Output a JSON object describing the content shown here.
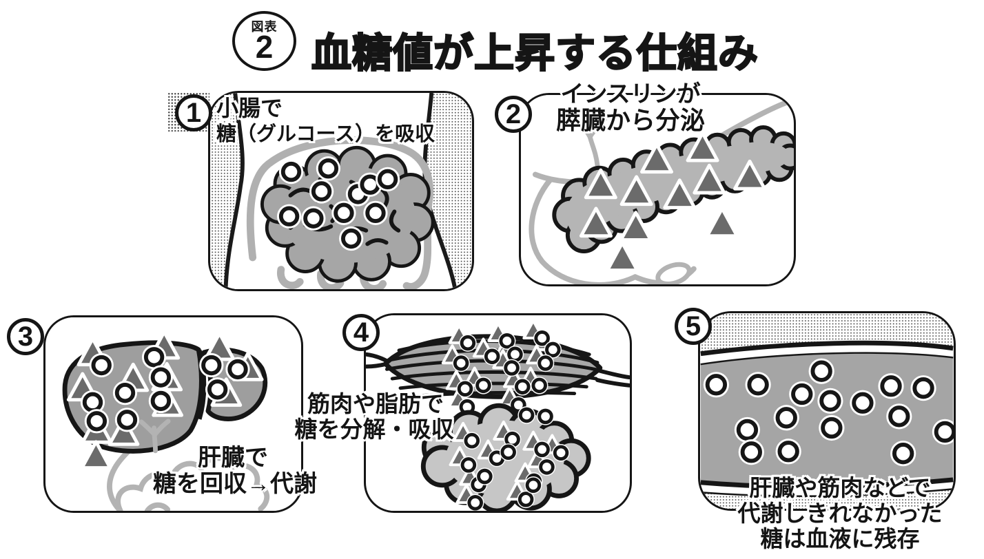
{
  "figure_header": {
    "badge_label": "図表",
    "badge_number": "2",
    "title": "血糖値が上昇する仕組み"
  },
  "panels": [
    {
      "number": "1",
      "illustration": "small-intestine-absorbing-glucose",
      "caption_lines": [
        "小腸で",
        "糖（グルコース）を吸収"
      ]
    },
    {
      "number": "2",
      "illustration": "pancreas-secreting-insulin",
      "caption_lines": [
        "インスリンが",
        "膵臓から分泌"
      ]
    },
    {
      "number": "3",
      "illustration": "liver-collecting-glucose",
      "caption_lines": [
        "肝臓で",
        "糖を回収→代謝"
      ]
    },
    {
      "number": "4",
      "illustration": "muscle-and-fat-absorbing-glucose",
      "caption_lines": [
        "筋肉や脂肪で",
        "糖を分解・吸収"
      ]
    },
    {
      "number": "5",
      "illustration": "glucose-remaining-in-blood-vessel",
      "caption_lines": [
        "肝臓や筋肉などで",
        "代謝しきれなかった",
        "糖は血液に残存"
      ]
    }
  ],
  "markers": {
    "glucose": "white-circle-icon",
    "insulin": "dark-triangle-icon"
  },
  "colors": {
    "ink": "#151515",
    "intestine_gray": "#a6a6a6",
    "pancreas_gray": "#b5b5b5",
    "liver_gray": "#9e9e9e",
    "muscle_gray": "#a8a8a8",
    "fat_gray": "#c6c6c6",
    "vessel_gray": "#a5a5a5",
    "light_outline_gray": "#b3b3b3",
    "insulin_triangle": "#6b6b6b",
    "halftone_dot": "#4a4a4a"
  }
}
